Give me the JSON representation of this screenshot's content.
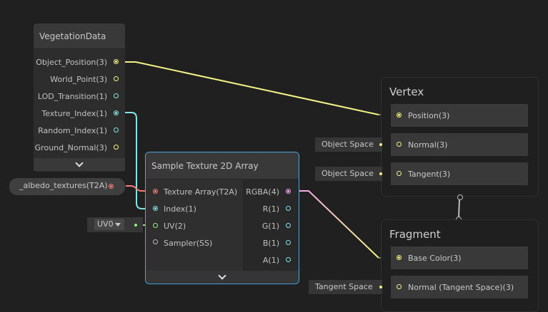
{
  "colors": {
    "background": "#202020",
    "vector3": "#f2f385",
    "float": "#84e4e7",
    "texture2darray": "#fc7a7a",
    "vector4": "#f0a7e8",
    "vector2": "#9bea82",
    "sampler": "#bbbbbb",
    "selection": "#44a8e4"
  },
  "vegetation_node": {
    "title": "VegetationData",
    "ports": [
      {
        "label": "Object_Position(3)",
        "type": "vector3",
        "connected": true
      },
      {
        "label": "World_Point(3)",
        "type": "vector3",
        "connected": false
      },
      {
        "label": "LOD_Transition(1)",
        "type": "float",
        "connected": false
      },
      {
        "label": "Texture_Index(1)",
        "type": "float",
        "connected": true
      },
      {
        "label": "Random_Index(1)",
        "type": "float",
        "connected": false
      },
      {
        "label": "Ground_Normal(3)",
        "type": "vector3",
        "connected": false
      }
    ]
  },
  "albedo_property": {
    "label": "_albedo_textures(T2A)"
  },
  "uv_dropdown": {
    "value": "UV0"
  },
  "sample_node": {
    "title": "Sample Texture 2D Array",
    "inputs": [
      {
        "label": "Texture Array(T2A)",
        "type": "texture2darray"
      },
      {
        "label": "Index(1)",
        "type": "float"
      },
      {
        "label": "UV(2)",
        "type": "vector2"
      },
      {
        "label": "Sampler(SS)",
        "type": "sampler"
      }
    ],
    "outputs": [
      {
        "label": "RGBA(4)",
        "type": "vector4"
      },
      {
        "label": "R(1)",
        "type": "float"
      },
      {
        "label": "G(1)",
        "type": "float"
      },
      {
        "label": "B(1)",
        "type": "float"
      },
      {
        "label": "A(1)",
        "type": "float"
      }
    ]
  },
  "vertex_context": {
    "title": "Vertex",
    "blocks": [
      {
        "label": "Position(3)"
      },
      {
        "label": "Normal(3)",
        "space": "Object Space"
      },
      {
        "label": "Tangent(3)",
        "space": "Object Space"
      }
    ]
  },
  "fragment_context": {
    "title": "Fragment",
    "blocks": [
      {
        "label": "Base Color(3)"
      },
      {
        "label": "Normal (Tangent Space)(3)",
        "space": "Tangent Space"
      }
    ]
  }
}
